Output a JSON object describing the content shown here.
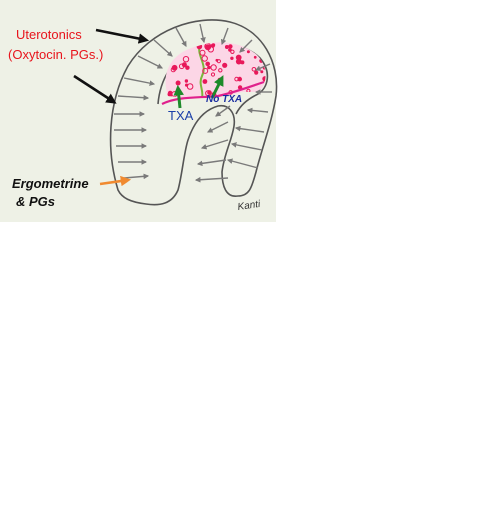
{
  "labels": {
    "uterotonics_line1": "Uterotonics",
    "uterotonics_line2": "(Oxytocin. PGs.)",
    "ergometrine_line1": "Ergometrine",
    "ergometrine_line2": "& PGs",
    "txa": "TXA",
    "no_txa": "No TXA",
    "signature": "Kanti"
  },
  "colors": {
    "panel_bg": "#eef1e6",
    "outline": "#555555",
    "inner_arrow": "#7a7a7a",
    "black_arrow": "#111111",
    "orange_arrow": "#f08a30",
    "uterotonics_text": "#e8141c",
    "ergometrine_text": "#111111",
    "txa_text": "#1a3fa8",
    "no_txa_text": "#1a2ea0",
    "green_arrow": "#1e8a2a",
    "placenta_bg": "#fcd6e6",
    "placenta_dot": "#e8185a",
    "placenta_line": "#e0208c",
    "vessel": "#7ab83a"
  }
}
